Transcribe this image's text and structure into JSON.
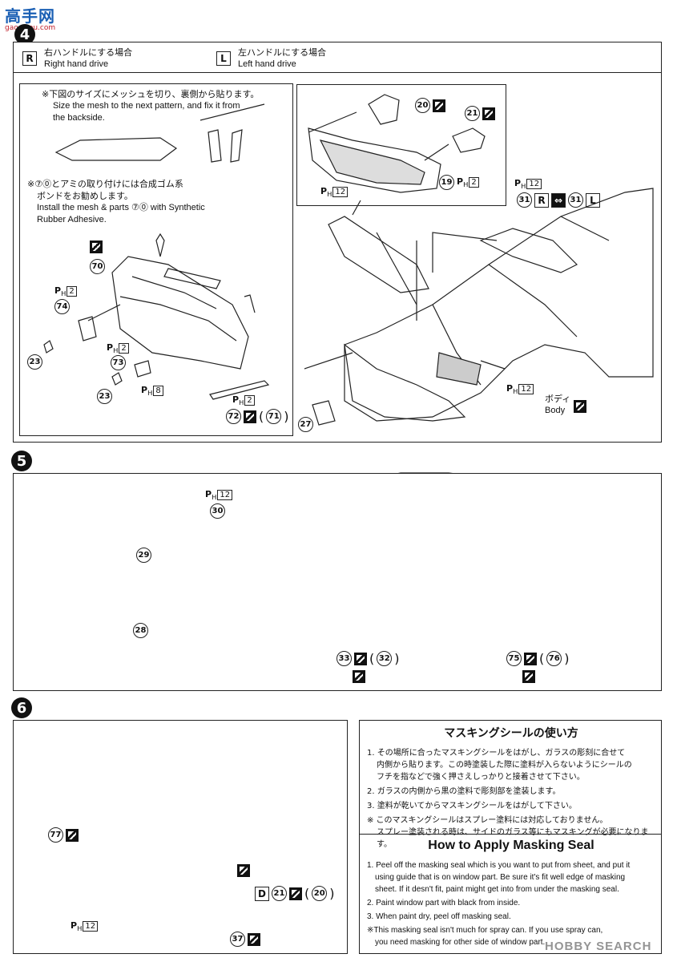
{
  "header": {
    "logo_text": "高手网",
    "site_sub": "gao.shou.com"
  },
  "step4": {
    "number": "4",
    "right": {
      "badge": "R",
      "jp": "右ハンドルにする場合",
      "en": "Right hand drive"
    },
    "left": {
      "badge": "L",
      "jp": "左ハンドルにする場合",
      "en": "Left hand drive"
    },
    "mesh_note": {
      "jp": "※下図のサイズにメッシュを切り、裏側から貼ります。",
      "en1": "Size the mesh to the next pattern, and fix it from",
      "en2": "the backside."
    },
    "adhesive_note": {
      "jp1": "※⑦⓪とアミの取り付けには合成ゴム系",
      "jp2": "ボンドをお勧めします。",
      "en1": "Install the mesh & parts ⑦⓪ with Synthetic",
      "en2": "Rubber Adhesive."
    },
    "parts": {
      "p70": "70",
      "p74": "74",
      "p23a": "23",
      "p73": "73",
      "p23b": "23",
      "p72": "72",
      "p71": "71",
      "p20": "20",
      "p21": "21",
      "p19": "19",
      "p31a": "31",
      "p31b": "31",
      "p27": "27"
    },
    "ph": {
      "prefix": "P",
      "sub": "H",
      "v2a": "2",
      "v2b": "2",
      "v8": "8",
      "v2c": "2",
      "v12a": "12",
      "v2d": "2",
      "v12b": "12",
      "v12c": "12"
    },
    "body_jp": "ボディ",
    "body_en": "Body",
    "r_badge": "R",
    "l_badge": "L"
  },
  "step5": {
    "number": "5",
    "parts": {
      "p30": "30",
      "p29": "29",
      "p28": "28",
      "p33": "33",
      "p32": "32",
      "p75": "75",
      "p76": "76"
    },
    "ph12": "12"
  },
  "step6": {
    "number": "6",
    "parts": {
      "p77": "77",
      "p21": "21",
      "p20": "20",
      "p37": "37"
    },
    "d_badge": "D",
    "ph12": "12"
  },
  "masking": {
    "title_jp": "マスキングシールの使い方",
    "jp1a": "1. その場所に合ったマスキングシールをはがし、ガラスの彫刻に合せて",
    "jp1b": "内側から貼ります。この時塗装した際に塗料が入らないようにシールの",
    "jp1c": "フチを指などで強く押さえしっかりと接着させて下さい。",
    "jp2": "2. ガラスの内側から黒の塗料で彫刻部を塗装します。",
    "jp3": "3. 塗料が乾いてからマスキングシールをはがして下さい。",
    "jp4a": "※ このマスキングシールはスプレー塗料には対応しておりません。",
    "jp4b": "スプレー塗装される時は、サイドのガラス等にもマスキングが必要になります。",
    "title_en": "How to Apply Masking Seal",
    "en1a": "1. Peel off the masking seal which is you want to put from sheet, and put it",
    "en1b": "using guide that is on window part. Be sure it's fit well edge of masking",
    "en1c": "sheet. If it desn't fit, paint might get into from under the masking seal.",
    "en2": "2. Paint window part with black from inside.",
    "en3": "3. When paint dry, peel off masking seal.",
    "en4a": "※This masking seal isn't much for spray can. If you use spray can,",
    "en4b": "you need masking for other side of window part."
  },
  "watermark": "HOBBY SEARCH"
}
